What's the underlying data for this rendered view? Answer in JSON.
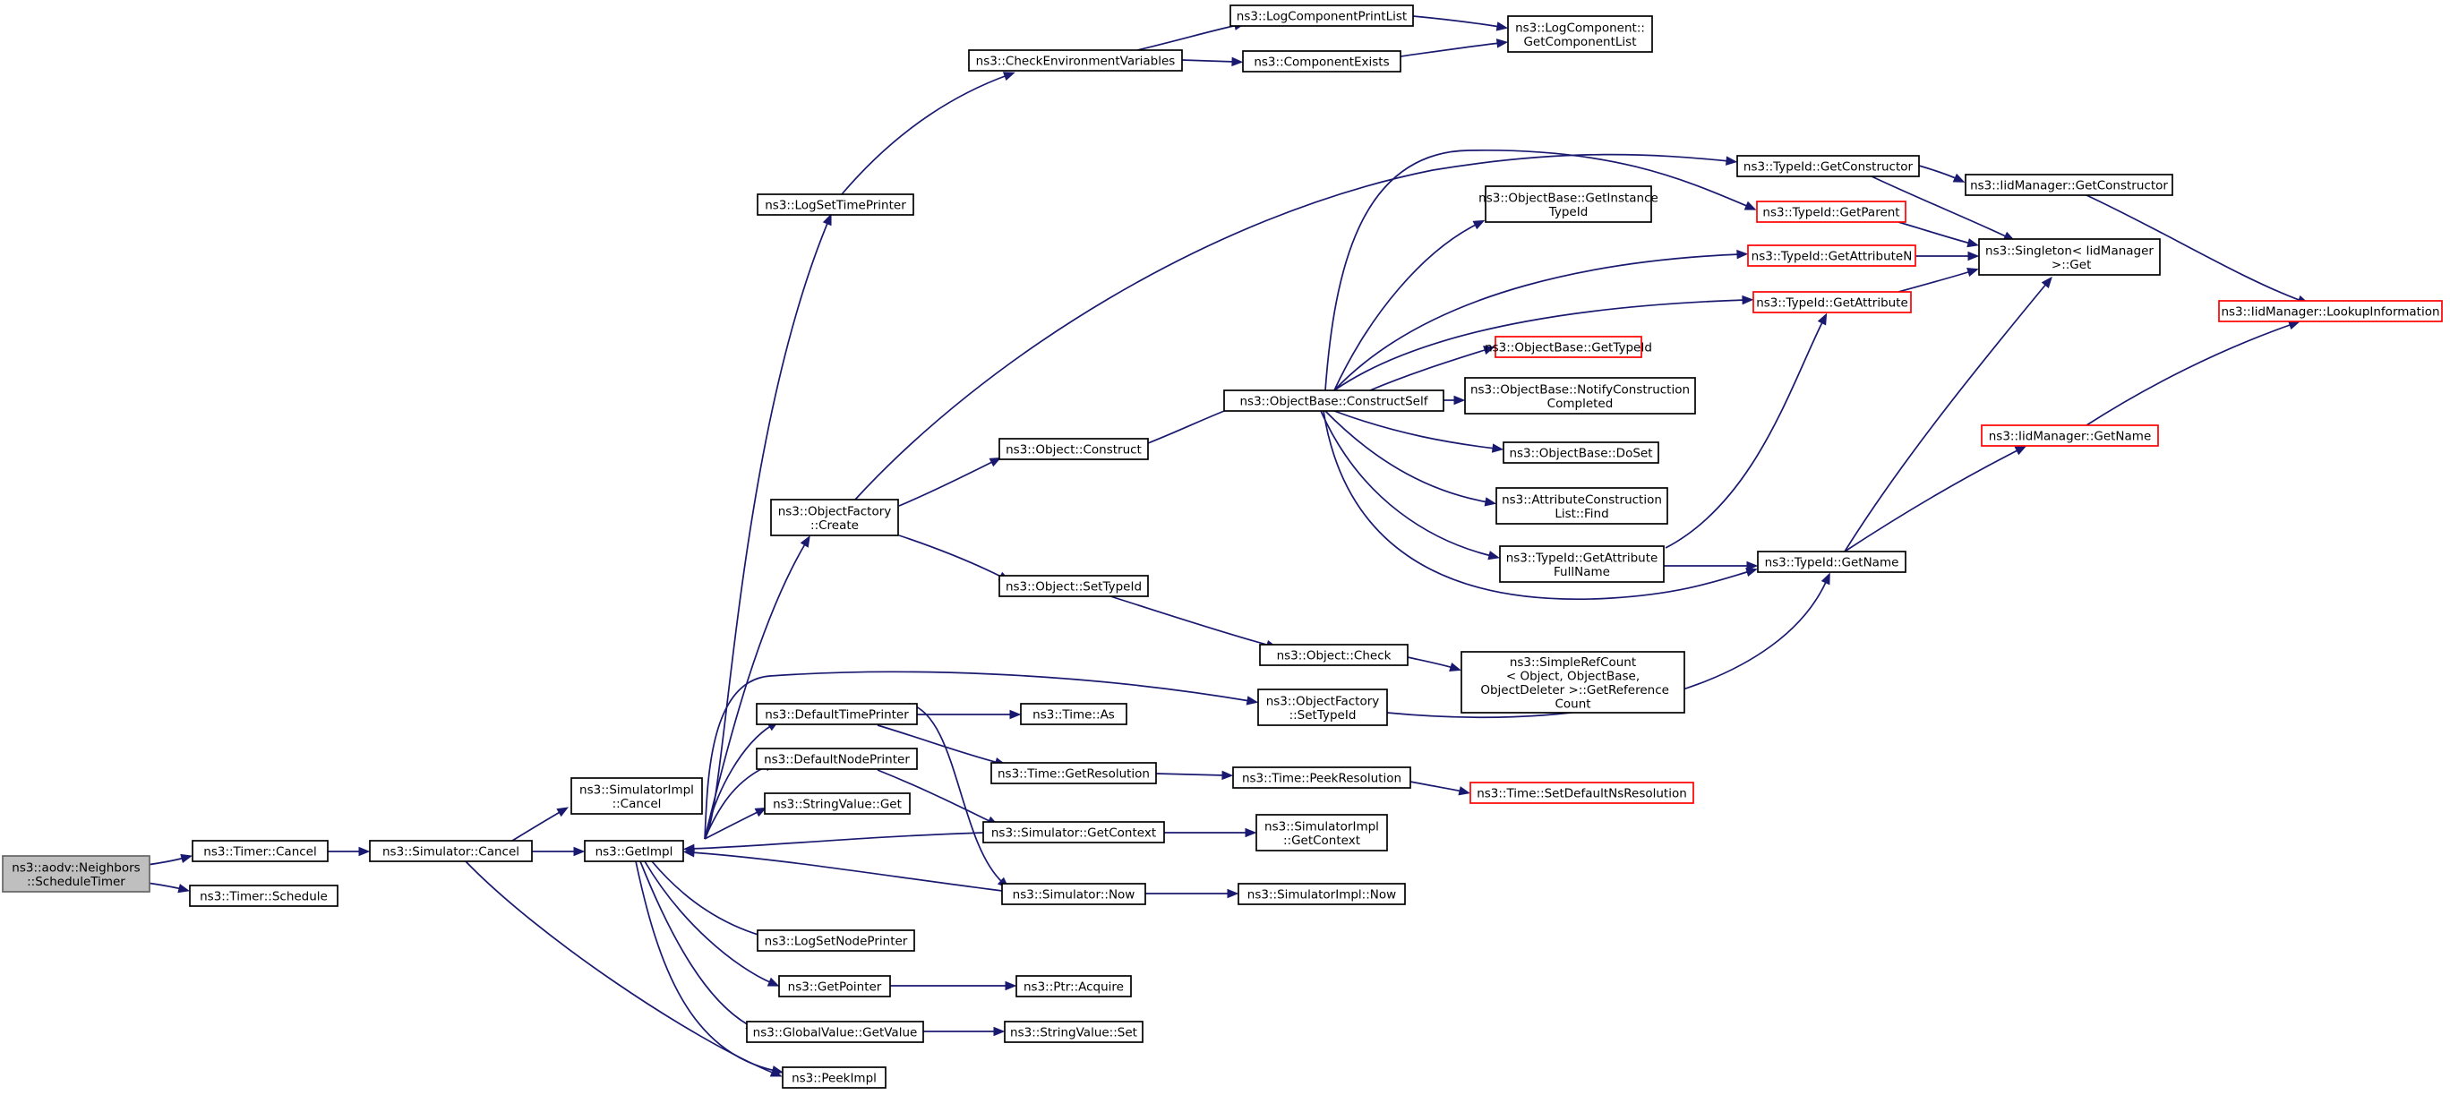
{
  "graph": {
    "colors": {
      "edge": "#191970",
      "root_fill": "#bfbfbf",
      "node_border": "#000000",
      "truncated_border": "#ff0000"
    },
    "nodes": [
      {
        "id": "n0",
        "lines": [
          "ns3::aodv::Neighbors",
          "::ScheduleTimer"
        ],
        "root": true
      },
      {
        "id": "n1",
        "lines": [
          "ns3::Timer::Cancel"
        ]
      },
      {
        "id": "n2",
        "lines": [
          "ns3::Timer::Schedule"
        ]
      },
      {
        "id": "n3",
        "lines": [
          "ns3::Simulator::Cancel"
        ]
      },
      {
        "id": "n4",
        "lines": [
          "ns3::GetImpl"
        ]
      },
      {
        "id": "n5",
        "lines": [
          "ns3::SimulatorImpl",
          "::Cancel"
        ]
      },
      {
        "id": "n6",
        "lines": [
          "ns3::PeekImpl"
        ]
      },
      {
        "id": "n7",
        "lines": [
          "ns3::LogSetTimePrinter"
        ]
      },
      {
        "id": "n8",
        "lines": [
          "ns3::ObjectFactory",
          "::Create"
        ]
      },
      {
        "id": "n9",
        "lines": [
          "ns3::DefaultTimePrinter"
        ]
      },
      {
        "id": "n10",
        "lines": [
          "ns3::DefaultNodePrinter"
        ]
      },
      {
        "id": "n11",
        "lines": [
          "ns3::StringValue::Get"
        ]
      },
      {
        "id": "n12",
        "lines": [
          "ns3::LogSetNodePrinter"
        ]
      },
      {
        "id": "n13",
        "lines": [
          "ns3::GetPointer"
        ]
      },
      {
        "id": "n14",
        "lines": [
          "ns3::GlobalValue::GetValue"
        ]
      },
      {
        "id": "n15",
        "lines": [
          "ns3::ObjectFactory",
          "::SetTypeId"
        ]
      },
      {
        "id": "n16",
        "lines": [
          "ns3::CheckEnvironmentVariables"
        ]
      },
      {
        "id": "n17",
        "lines": [
          "ns3::Object::Construct"
        ]
      },
      {
        "id": "n18",
        "lines": [
          "ns3::Object::SetTypeId"
        ]
      },
      {
        "id": "n19",
        "lines": [
          "ns3::TypeId::GetConstructor"
        ]
      },
      {
        "id": "n20",
        "lines": [
          "ns3::Time::As"
        ]
      },
      {
        "id": "n21",
        "lines": [
          "ns3::Time::GetResolution"
        ]
      },
      {
        "id": "n22",
        "lines": [
          "ns3::Simulator::Now"
        ]
      },
      {
        "id": "n23",
        "lines": [
          "ns3::Simulator::GetContext"
        ]
      },
      {
        "id": "n24",
        "lines": [
          "ns3::Ptr::Acquire"
        ]
      },
      {
        "id": "n25",
        "lines": [
          "ns3::StringValue::Set"
        ]
      },
      {
        "id": "n26",
        "lines": [
          "ns3::LogComponentPrintList"
        ]
      },
      {
        "id": "n27",
        "lines": [
          "ns3::ComponentExists"
        ]
      },
      {
        "id": "n28",
        "lines": [
          "ns3::LogComponent::",
          "GetComponentList"
        ]
      },
      {
        "id": "n29",
        "lines": [
          "ns3::ObjectBase::ConstructSelf"
        ]
      },
      {
        "id": "n30",
        "lines": [
          "ns3::Object::Check"
        ]
      },
      {
        "id": "n31",
        "lines": [
          "ns3::TypeId::GetName"
        ]
      },
      {
        "id": "n32",
        "lines": [
          "ns3::IidManager::GetConstructor"
        ]
      },
      {
        "id": "n33",
        "lines": [
          "ns3::Singleton< IidManager",
          " >::Get"
        ]
      },
      {
        "id": "n34",
        "lines": [
          "ns3::Time::PeekResolution"
        ]
      },
      {
        "id": "n35",
        "lines": [
          "ns3::SimulatorImpl::Now"
        ]
      },
      {
        "id": "n36",
        "lines": [
          "ns3::SimulatorImpl",
          "::GetContext"
        ]
      },
      {
        "id": "n37",
        "lines": [
          "ns3::ObjectBase::GetInstance",
          "TypeId"
        ]
      },
      {
        "id": "n38",
        "lines": [
          "ns3::TypeId::GetParent"
        ],
        "truncated": true
      },
      {
        "id": "n39",
        "lines": [
          "ns3::TypeId::GetAttributeN"
        ],
        "truncated": true
      },
      {
        "id": "n40",
        "lines": [
          "ns3::TypeId::GetAttribute"
        ],
        "truncated": true
      },
      {
        "id": "n41",
        "lines": [
          "ns3::ObjectBase::GetTypeId"
        ],
        "truncated": true
      },
      {
        "id": "n42",
        "lines": [
          "ns3::ObjectBase::NotifyConstruction",
          "Completed"
        ]
      },
      {
        "id": "n43",
        "lines": [
          "ns3::ObjectBase::DoSet"
        ]
      },
      {
        "id": "n44",
        "lines": [
          "ns3::AttributeConstruction",
          "List::Find"
        ]
      },
      {
        "id": "n45",
        "lines": [
          "ns3::TypeId::GetAttribute",
          "FullName"
        ]
      },
      {
        "id": "n46",
        "lines": [
          "ns3::SimpleRefCount",
          "< Object, ObjectBase,",
          " ObjectDeleter >::GetReference",
          "Count"
        ]
      },
      {
        "id": "n47",
        "lines": [
          "ns3::IidManager::LookupInformation"
        ],
        "truncated": true
      },
      {
        "id": "n48",
        "lines": [
          "ns3::IidManager::GetName"
        ],
        "truncated": true
      },
      {
        "id": "n49",
        "lines": [
          "ns3::Time::SetDefaultNsResolution"
        ],
        "truncated": true
      }
    ]
  }
}
